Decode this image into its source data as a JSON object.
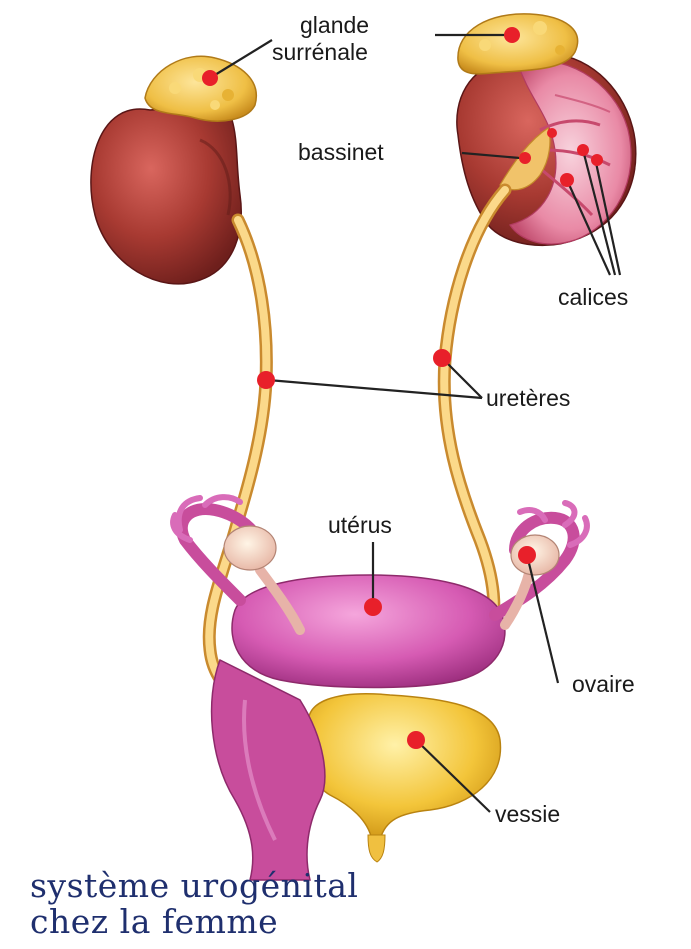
{
  "labels": {
    "glande": "glande",
    "surrenale": "surrénale",
    "bassinet": "bassinet",
    "calices": "calices",
    "ureteres": "uretères",
    "uterus": "utérus",
    "ovaire": "ovaire",
    "vessie": "vessie"
  },
  "caption": {
    "line1": "système urogénital",
    "line2": "chez la femme"
  },
  "colors": {
    "kidney": "#9c2f2a",
    "adrenal": "#f2c24a",
    "ureter": "#f3c46b",
    "uterus": "#d65bb3",
    "bladder": "#f3c53a",
    "marker": "#e8202a",
    "caption": "#1f2f6e"
  }
}
